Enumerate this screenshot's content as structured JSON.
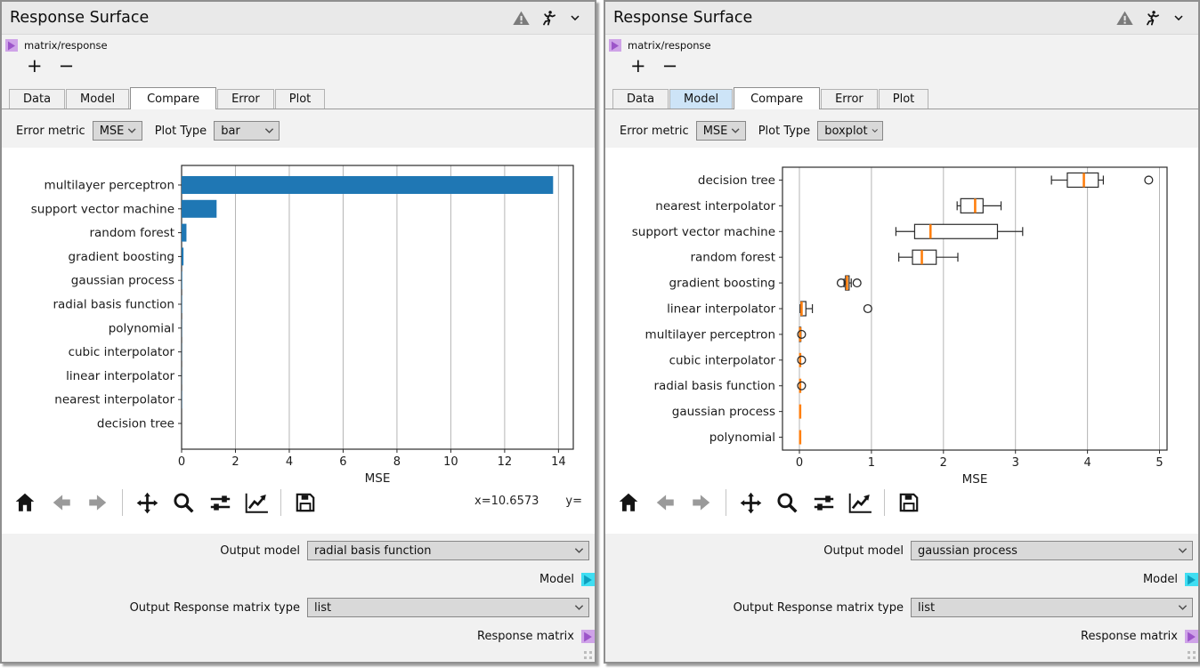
{
  "colors": {
    "bar_blue": "#1f77b4",
    "median_orange": "#ff7f0e",
    "model_port_cyan": "#3fdef2",
    "response_port_purple": "#cfa3e8",
    "tab_hover_blue": "#cde4f7"
  },
  "toolbar_icons": [
    "home-icon",
    "back-icon",
    "forward-icon",
    "pan-icon",
    "zoom-icon",
    "sliders-icon",
    "plot-options-icon",
    "save-icon"
  ],
  "titlebar_icons": [
    "warning-icon",
    "runner-icon",
    "chevron-down-icon"
  ],
  "windows": [
    {
      "title": "Response Surface",
      "breadcrumb": "matrix/response",
      "add_label": "+",
      "remove_label": "−",
      "tabs": [
        {
          "label": "Data",
          "state": "normal"
        },
        {
          "label": "Model",
          "state": "normal"
        },
        {
          "label": "Compare",
          "state": "active"
        },
        {
          "label": "Error",
          "state": "normal"
        },
        {
          "label": "Plot",
          "state": "normal"
        }
      ],
      "error_metric_label": "Error metric",
      "error_metric_value": "MSE",
      "plot_type_label": "Plot Type",
      "plot_type_value": "bar",
      "coords_x": "x=10.6573",
      "coords_y": "y=",
      "output_model_label": "Output model",
      "output_model_value": "radial basis function",
      "model_port_label": "Model",
      "matrix_type_label": "Output Response matrix type",
      "matrix_type_value": "list",
      "response_port_label": "Response matrix"
    },
    {
      "title": "Response Surface",
      "breadcrumb": "matrix/response",
      "add_label": "+",
      "remove_label": "−",
      "tabs": [
        {
          "label": "Data",
          "state": "normal"
        },
        {
          "label": "Model",
          "state": "hover"
        },
        {
          "label": "Compare",
          "state": "active"
        },
        {
          "label": "Error",
          "state": "normal"
        },
        {
          "label": "Plot",
          "state": "normal"
        }
      ],
      "error_metric_label": "Error metric",
      "error_metric_value": "MSE",
      "plot_type_label": "Plot Type",
      "plot_type_value": "boxplot",
      "coords_x": "",
      "coords_y": "",
      "output_model_label": "Output model",
      "output_model_value": "gaussian process",
      "model_port_label": "Model",
      "matrix_type_label": "Output Response matrix type",
      "matrix_type_value": "list",
      "response_port_label": "Response matrix"
    }
  ],
  "chart_data": [
    {
      "type": "bar",
      "orientation": "horizontal",
      "xlabel": "MSE",
      "categories": [
        "multilayer perceptron",
        "support vector machine",
        "random forest",
        "gradient boosting",
        "gaussian process",
        "radial basis function",
        "polynomial",
        "cubic interpolator",
        "linear interpolator",
        "nearest interpolator",
        "decision tree"
      ],
      "values": [
        13.8,
        1.3,
        0.18,
        0.07,
        0.02,
        0.015,
        0.01,
        0.008,
        0.006,
        0.01,
        0.004
      ],
      "xticks": [
        0,
        2,
        4,
        6,
        8,
        10,
        12,
        14
      ],
      "xlim": [
        0,
        14.55
      ],
      "grid": true,
      "legend": "none",
      "color": "#1f77b4"
    },
    {
      "type": "boxplot",
      "orientation": "horizontal",
      "xlabel": "MSE",
      "categories": [
        "decision tree",
        "nearest interpolator",
        "support vector machine",
        "random forest",
        "gradient boosting",
        "linear interpolator",
        "multilayer perceptron",
        "cubic interpolator",
        "radial basis function",
        "gaussian process",
        "polynomial"
      ],
      "stats": [
        {
          "whislo": 3.5,
          "q1": 3.72,
          "med": 3.95,
          "q3": 4.15,
          "whishi": 4.22,
          "fliers": [
            4.85
          ]
        },
        {
          "whislo": 2.19,
          "q1": 2.24,
          "med": 2.44,
          "q3": 2.55,
          "whishi": 2.8,
          "fliers": []
        },
        {
          "whislo": 1.34,
          "q1": 1.6,
          "med": 1.82,
          "q3": 2.75,
          "whishi": 3.1,
          "fliers": []
        },
        {
          "whislo": 1.38,
          "q1": 1.57,
          "med": 1.7,
          "q3": 1.9,
          "whishi": 2.2,
          "fliers": []
        },
        {
          "whislo": 0.62,
          "q1": 0.64,
          "med": 0.66,
          "q3": 0.69,
          "whishi": 0.72,
          "fliers": [
            0.58,
            0.8
          ]
        },
        {
          "whislo": 0.01,
          "q1": 0.02,
          "med": 0.03,
          "q3": 0.09,
          "whishi": 0.18,
          "fliers": [
            0.95
          ]
        },
        {
          "whislo": 0.0,
          "q1": 0.0,
          "med": 0.01,
          "q3": 0.02,
          "whishi": 0.02,
          "fliers": [
            0.03
          ]
        },
        {
          "whislo": 0.0,
          "q1": 0.0,
          "med": 0.01,
          "q3": 0.01,
          "whishi": 0.02,
          "fliers": [
            0.03
          ]
        },
        {
          "whislo": 0.0,
          "q1": 0.0,
          "med": 0.01,
          "q3": 0.01,
          "whishi": 0.02,
          "fliers": [
            0.03
          ]
        },
        {
          "whislo": 0.0,
          "q1": 0.0,
          "med": 0.01,
          "q3": 0.01,
          "whishi": 0.01,
          "fliers": []
        },
        {
          "whislo": 0.0,
          "q1": 0.0,
          "med": 0.01,
          "q3": 0.01,
          "whishi": 0.01,
          "fliers": []
        }
      ],
      "xticks": [
        0,
        1,
        2,
        3,
        4,
        5
      ],
      "xlim": [
        -0.235,
        5.105
      ],
      "grid": true,
      "median_color": "#ff7f0e"
    }
  ]
}
